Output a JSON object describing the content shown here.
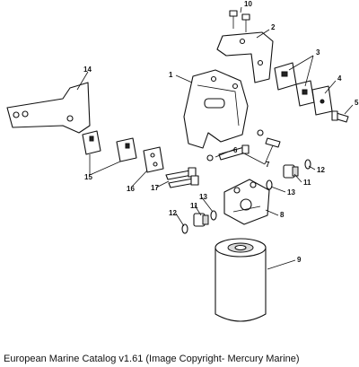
{
  "caption": "European Marine Catalog v1.61 (Image Copyright- Mercury Marine)",
  "callouts": [
    "1",
    "2",
    "3",
    "4",
    "5",
    "6",
    "7",
    "8",
    "9",
    "10",
    "11",
    "11",
    "12",
    "12",
    "13",
    "13",
    "14",
    "15",
    "16",
    "17"
  ]
}
